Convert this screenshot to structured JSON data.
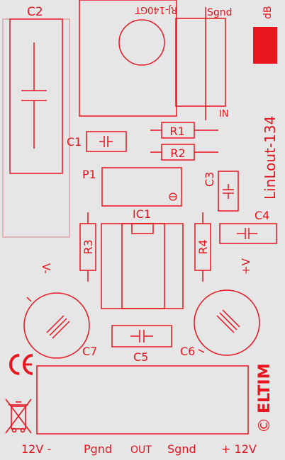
{
  "title": "LinLout-134",
  "brand": "ELTIM",
  "copyright_symbol": "©",
  "colors": {
    "background": "#e6e6e6",
    "ink": "#e8141e",
    "outline": "#d9808a"
  },
  "icons": [
    "ce-mark-icon",
    "weee-bin-icon"
  ],
  "components": {
    "c2": "C2",
    "rj": "RJ-140GT",
    "sgnd_top": "Sgnd",
    "db": "dB",
    "in": "IN",
    "c1": "C1",
    "r1": "R1",
    "r2": "R2",
    "p1": "P1",
    "c3": "C3",
    "c4": "C4",
    "ic1": "IC1",
    "r3": "R3",
    "r4": "R4",
    "v_minus": "V-",
    "v_plus": "+V",
    "c7": "C7",
    "c5": "C5",
    "c6": "C6"
  },
  "terminals": {
    "t1": "12V -",
    "t2": "Pgnd",
    "t3": "OUT",
    "t4": "Sgnd",
    "t5": "+ 12V"
  }
}
